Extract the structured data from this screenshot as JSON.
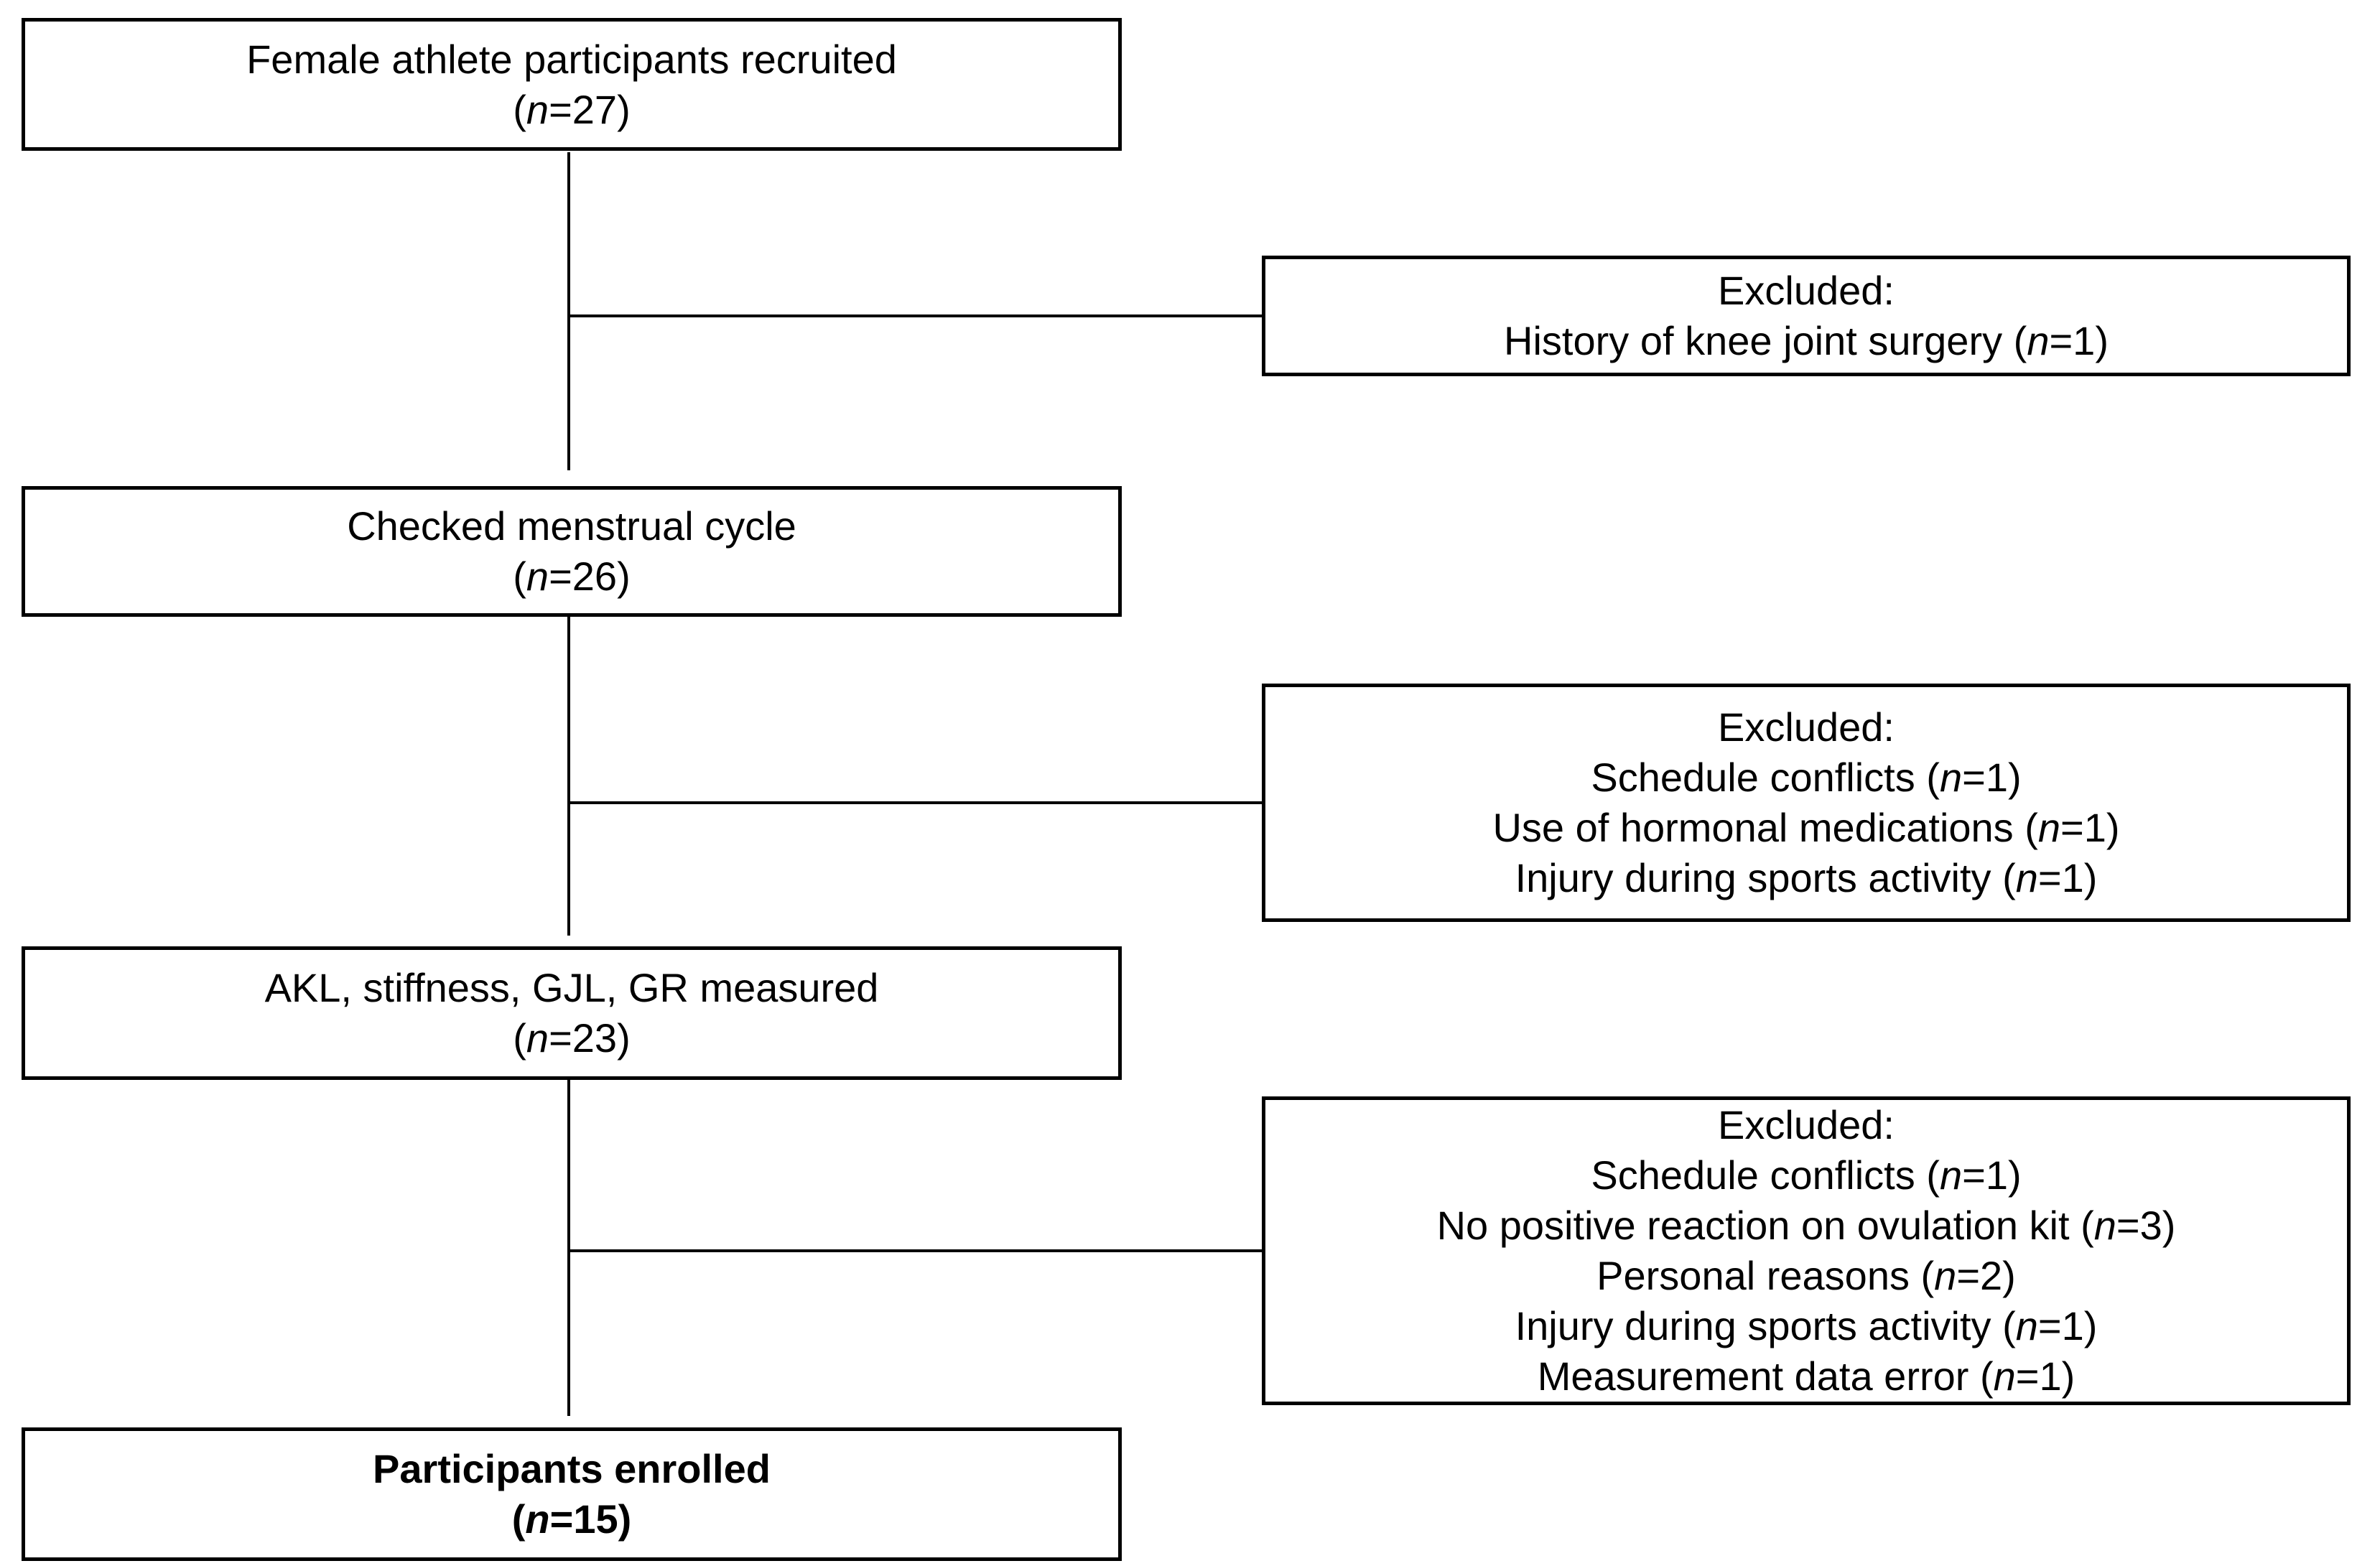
{
  "figure": {
    "type": "participant-flow-diagram",
    "colors": {
      "background": "#ffffff",
      "box_border": "#000000",
      "text": "#000000",
      "connector_line": "#000000"
    },
    "main_boxes": [
      {
        "id": "recruited",
        "bold": false,
        "lines": [
          {
            "pre": "Female athlete participants recruited"
          },
          {
            "pre": "(",
            "n": "n",
            "post": "=27)"
          }
        ]
      },
      {
        "id": "menstrual-cycle-checked",
        "bold": false,
        "lines": [
          {
            "pre": "Checked menstrual cycle"
          },
          {
            "pre": "(",
            "n": "n",
            "post": "=26)"
          }
        ]
      },
      {
        "id": "measurements",
        "bold": false,
        "lines": [
          {
            "pre": "AKL, stiffness, GJL, GR measured"
          },
          {
            "pre": "(",
            "n": "n",
            "post": "=23)"
          }
        ]
      },
      {
        "id": "enrolled",
        "bold": true,
        "lines": [
          {
            "pre": "Participants enrolled"
          },
          {
            "pre": "(",
            "n": "n",
            "post": "=15)"
          }
        ]
      }
    ],
    "excluded_boxes": [
      {
        "id": "excluded-1",
        "header": "Excluded:",
        "reasons": [
          {
            "pre": "History of knee joint surgery (",
            "n": "n",
            "post": "=1)"
          }
        ]
      },
      {
        "id": "excluded-2",
        "header": "Excluded:",
        "reasons": [
          {
            "pre": "Schedule conflicts (",
            "n": "n",
            "post": "=1)"
          },
          {
            "pre": "Use of hormonal medications (",
            "n": "n",
            "post": "=1)"
          },
          {
            "pre": "Injury during sports activity (",
            "n": "n",
            "post": "=1)"
          }
        ]
      },
      {
        "id": "excluded-3",
        "header": "Excluded:",
        "reasons": [
          {
            "pre": "Schedule conflicts (",
            "n": "n",
            "post": "=1)"
          },
          {
            "pre": "No positive reaction on ovulation kit (",
            "n": "n",
            "post": "=3)"
          },
          {
            "pre": "Personal reasons (",
            "n": "n",
            "post": "=2)"
          },
          {
            "pre": "Injury during sports activity (",
            "n": "n",
            "post": "=1)"
          },
          {
            "pre": "Measurement data error (",
            "n": "n",
            "post": "=1)"
          }
        ]
      }
    ]
  }
}
